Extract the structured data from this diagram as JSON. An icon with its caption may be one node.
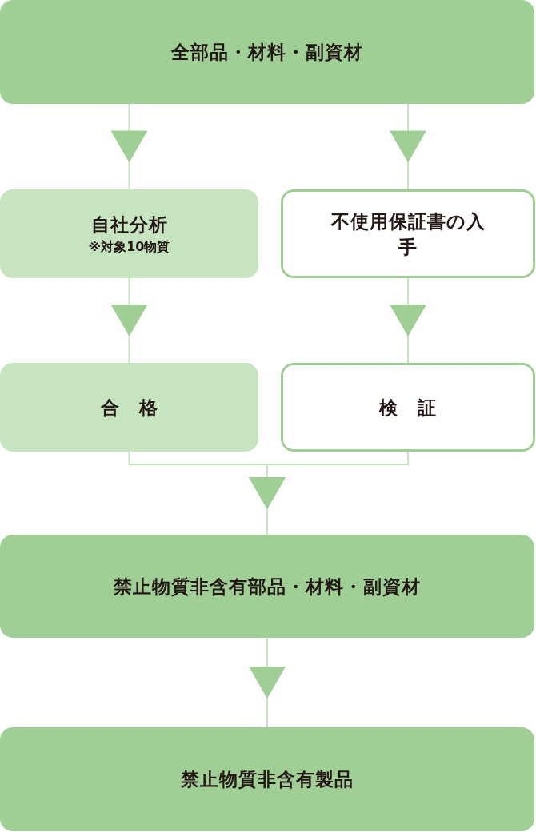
{
  "diagram": {
    "nodes": [
      {
        "text": [
          "全部品・材料・副資材"
        ]
      },
      {
        "text": [
          "自社分析",
          "※対象10物質"
        ]
      },
      {
        "text": [
          "不使用保証書の入手"
        ]
      },
      {
        "text": [
          "合　格"
        ]
      },
      {
        "text": [
          "検　証"
        ]
      },
      {
        "text": [
          "禁止物質非含有部品・材料・副資材"
        ]
      },
      {
        "text": [
          "禁止物質非含有製品"
        ]
      }
    ],
    "edges": [
      {
        "from": 0,
        "to": 1,
        "arrow": "to"
      },
      {
        "from": 0,
        "to": 2,
        "arrow": "to"
      },
      {
        "from": 1,
        "to": 3,
        "arrow": "to"
      },
      {
        "from": 2,
        "to": 4,
        "arrow": "to"
      },
      {
        "from": 3,
        "to": 5,
        "arrow": "to"
      },
      {
        "from": 4,
        "to": 5,
        "arrow": "to"
      },
      {
        "from": 5,
        "to": 6,
        "arrow": "to"
      }
    ]
  }
}
